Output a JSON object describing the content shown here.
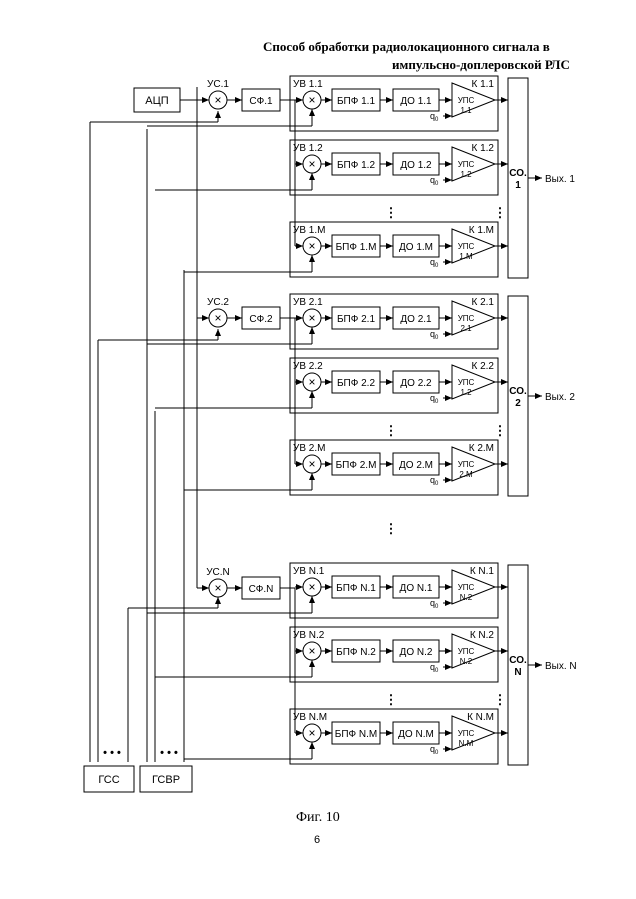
{
  "header": {
    "title_line1": "Способ обработки радиолокационного сигнала в",
    "title_line2": "импульсно-доплеровской РЛС"
  },
  "diagram": {
    "adc": "АЦП",
    "gss": "ГСС",
    "gsvr": "ГСВР",
    "dots": "• • •",
    "q0": "q",
    "q0_sub": "0",
    "groups": [
      {
        "us": "УС.1",
        "sf": "СФ.1",
        "so": "СО.",
        "so_num": "1",
        "out": "Вых. 1",
        "channels": [
          {
            "uv": "УВ 1.1",
            "bpf": "БПФ 1.1",
            "do": "ДО 1.1",
            "k": "К 1.1",
            "ups": "УПС",
            "ups_idx": "1.1"
          },
          {
            "uv": "УВ 1.2",
            "bpf": "БПФ 1.2",
            "do": "ДО 1.2",
            "k": "К 1.2",
            "ups": "УПС",
            "ups_idx": "1.2"
          },
          {
            "uv": "УВ 1.М",
            "bpf": "БПФ 1.М",
            "do": "ДО 1.М",
            "k": "К 1.М",
            "ups": "УПС",
            "ups_idx": "1.М"
          }
        ]
      },
      {
        "us": "УС.2",
        "sf": "СФ.2",
        "so": "СО.",
        "so_num": "2",
        "out": "Вых. 2",
        "channels": [
          {
            "uv": "УВ 2.1",
            "bpf": "БПФ 2.1",
            "do": "ДО 2.1",
            "k": "К 2.1",
            "ups": "УПС",
            "ups_idx": "2.1"
          },
          {
            "uv": "УВ 2.2",
            "bpf": "БПФ 2.2",
            "do": "ДО 2.2",
            "k": "К 2.2",
            "ups": "УПС",
            "ups_idx": "1.2"
          },
          {
            "uv": "УВ 2.М",
            "bpf": "БПФ 2.М",
            "do": "ДО 2.М",
            "k": "К 2.М",
            "ups": "УПС",
            "ups_idx": "2.М"
          }
        ]
      },
      {
        "us": "УС.N",
        "sf": "СФ.N",
        "so": "СО.",
        "so_num": "N",
        "out": "Вых. N",
        "channels": [
          {
            "uv": "УВ N.1",
            "bpf": "БПФ N.1",
            "do": "ДО N.1",
            "k": "К N.1",
            "ups": "УПС",
            "ups_idx": "N.2"
          },
          {
            "uv": "УВ N.2",
            "bpf": "БПФ N.2",
            "do": "ДО N.2",
            "k": "К N.2",
            "ups": "УПС",
            "ups_idx": "N.2"
          },
          {
            "uv": "УВ N.M",
            "bpf": "БПФ N.M",
            "do": "ДО N.M",
            "k": "К N.M",
            "ups": "УПС",
            "ups_idx": "N.M"
          }
        ]
      }
    ]
  },
  "footer": {
    "caption": "Фиг. 10",
    "page_number": "6"
  }
}
